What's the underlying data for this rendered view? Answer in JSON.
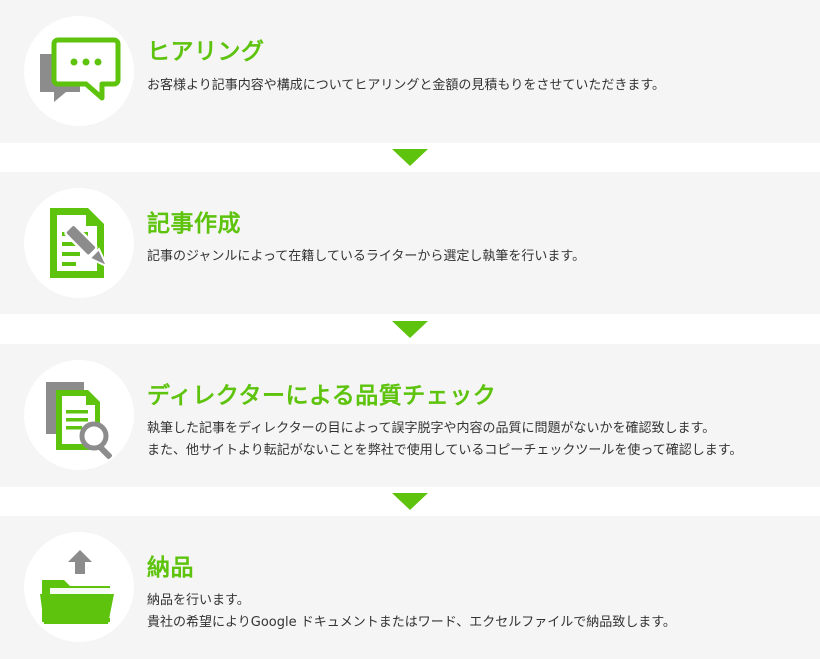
{
  "colors": {
    "accent": "#5dc30c",
    "icon_gray": "#8c8c8c",
    "panel_bg": "#f5f5f5",
    "text": "#333333"
  },
  "steps": [
    {
      "icon": "chat-bubbles-icon",
      "title": "ヒアリング",
      "lines": [
        "お客様より記事内容や構成についてヒアリングと金額の見積もりをさせていただきます。"
      ]
    },
    {
      "icon": "document-pen-icon",
      "title": "記事作成",
      "lines": [
        "記事のジャンルによって在籍しているライターから選定し執筆を行います。"
      ]
    },
    {
      "icon": "document-magnifier-icon",
      "title": "ディレクターによる品質チェック",
      "lines": [
        "執筆した記事をディレクターの目によって誤字脱字や内容の品質に問題がないかを確認致します。",
        "また、他サイトより転記がないことを弊社で使用しているコピーチェックツールを使って確認します。"
      ]
    },
    {
      "icon": "folder-upload-icon",
      "title": "納品",
      "lines": [
        "納品を行います。",
        "貴社の希望によりGoogle ドキュメントまたはワード、エクセルファイルで納品致します。"
      ]
    }
  ]
}
